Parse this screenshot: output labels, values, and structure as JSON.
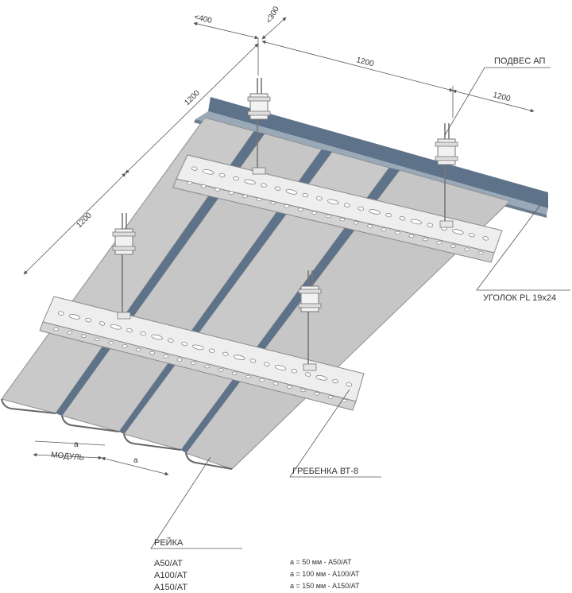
{
  "dimensions": {
    "d400": "<400",
    "d300": "<300",
    "d1200_top": "1200",
    "d1200_right": "1200",
    "d1200_mid": "1200",
    "d1200_left": "1200",
    "a1": "a",
    "a2": "a",
    "module": "МОДУЛЬ"
  },
  "callouts": {
    "hanger": "ПОДВЕС АП",
    "angle": "УГОЛОК PL 19x24",
    "comb": "ГРЕБЕНКА ВТ-8",
    "rail": "РЕЙКА"
  },
  "legend": {
    "models": [
      "A50/AT",
      "A100/AT",
      "A150/AT"
    ],
    "rules": [
      "a = 50 мм - A50/AT",
      "a = 100 мм - A100/AT",
      "a = 150 мм - A150/AT"
    ]
  },
  "colors": {
    "panel": "#c8c8c8",
    "panel_edge": "#8f8f8f",
    "groove": "#5e7389",
    "comb": "#ececec",
    "line": "#555555"
  }
}
